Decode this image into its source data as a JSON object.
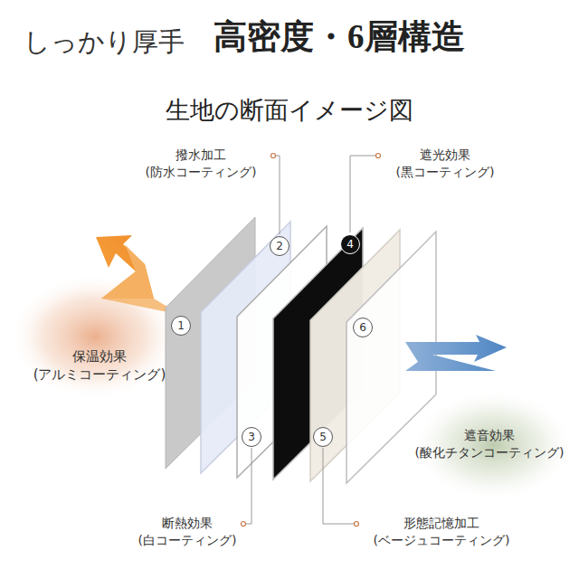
{
  "diagram": {
    "title": "高密度・6層構造",
    "labels": [
      "しっかり厚手",
      "生地の断面イメージ図",
      "撥水加工 (防水コーティング)",
      "遮光効果 (黒コーティング)",
      "保温効果 (アルミコーティング)",
      "遮音効果 (酸化チタンコーティング)",
      "断熱効果 (白コーティング)",
      "形態記憶加工 (ベージュコーティング)",
      "1",
      "2",
      "3",
      "4",
      "5",
      "6"
    ]
  }
}
